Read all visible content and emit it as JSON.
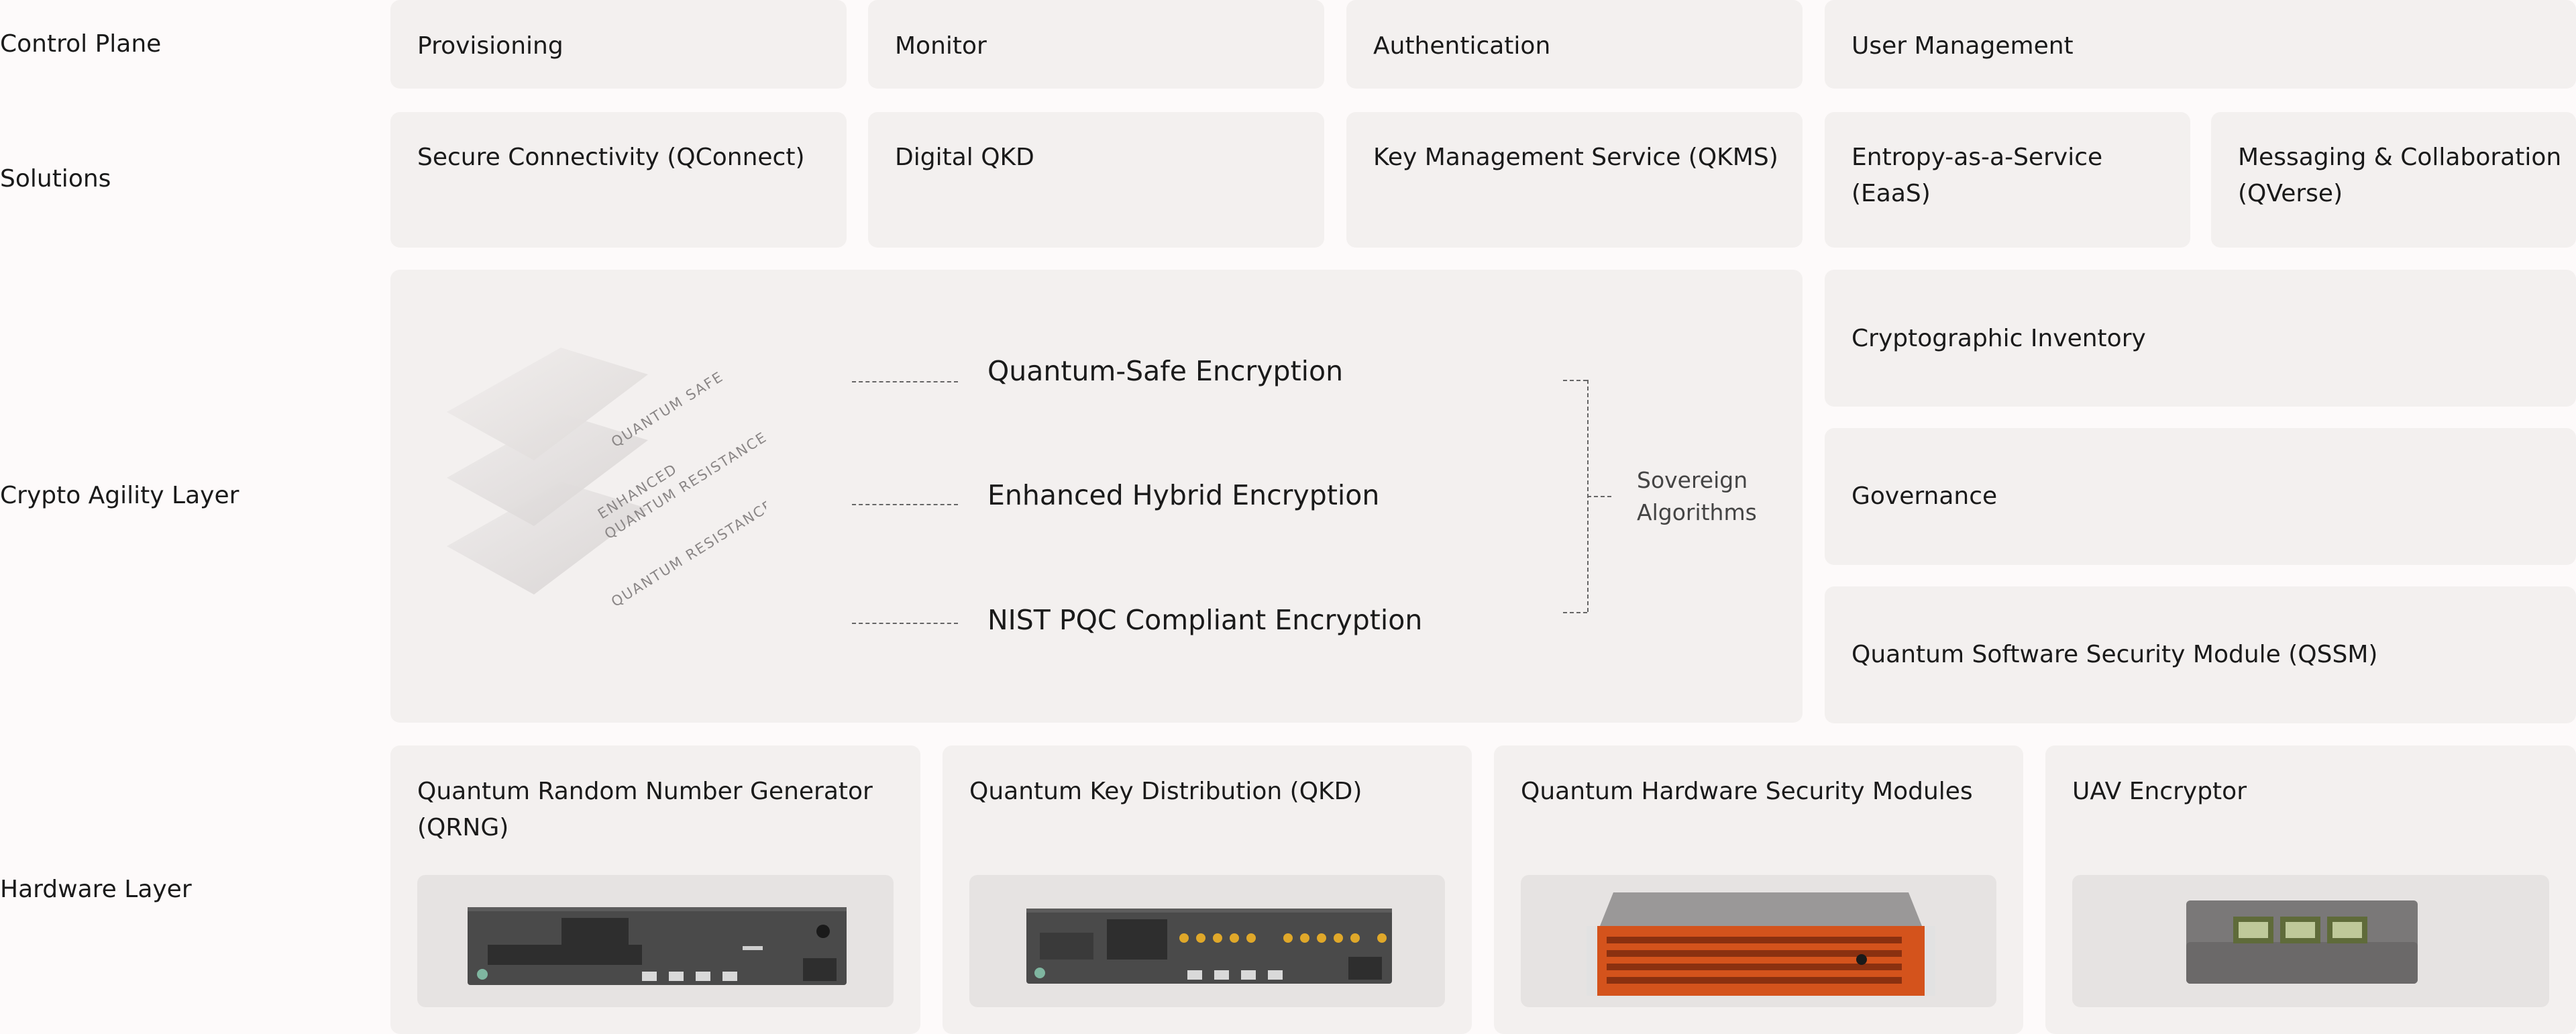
{
  "rows": {
    "control_plane": "Control Plane",
    "solutions": "Solutions",
    "crypto_agility": "Crypto Agility Layer",
    "hardware": "Hardware Layer"
  },
  "control_plane": [
    "Provisioning",
    "Monitor",
    "Authentication",
    "User Management"
  ],
  "solutions": [
    "Secure Connectivity (QConnect)",
    "Digital QKD",
    "Key Management Service (QKMS)",
    "Entropy-as-a-Service (EaaS)",
    "Messaging & Collaboration (QVerse)"
  ],
  "crypto": {
    "layers": [
      "QUANTUM SAFE",
      "ENHANCED",
      "QUANTUM RESISTANCE",
      "QUANTUM RESISTANCE"
    ],
    "encryptions": [
      "Quantum-Safe Encryption",
      "Enhanced Hybrid Encryption",
      "NIST PQC Compliant Encryption"
    ],
    "sovereign": [
      "Sovereign",
      "Algorithms"
    ],
    "side": [
      "Cryptographic Inventory",
      "Governance",
      "Quantum Software Security Module (QSSM)"
    ]
  },
  "hardware": [
    "Quantum Random Number Generator (QRNG)",
    "Quantum Key Distribution (QKD)",
    "Quantum Hardware Security Modules",
    "UAV Encryptor"
  ],
  "colors": {
    "background": "#fdfafa",
    "card": "#f3f0ef",
    "device_box": "#e6e3e2",
    "hsm_orange": "#d4531c",
    "device_dark": "#4a4a4a"
  }
}
